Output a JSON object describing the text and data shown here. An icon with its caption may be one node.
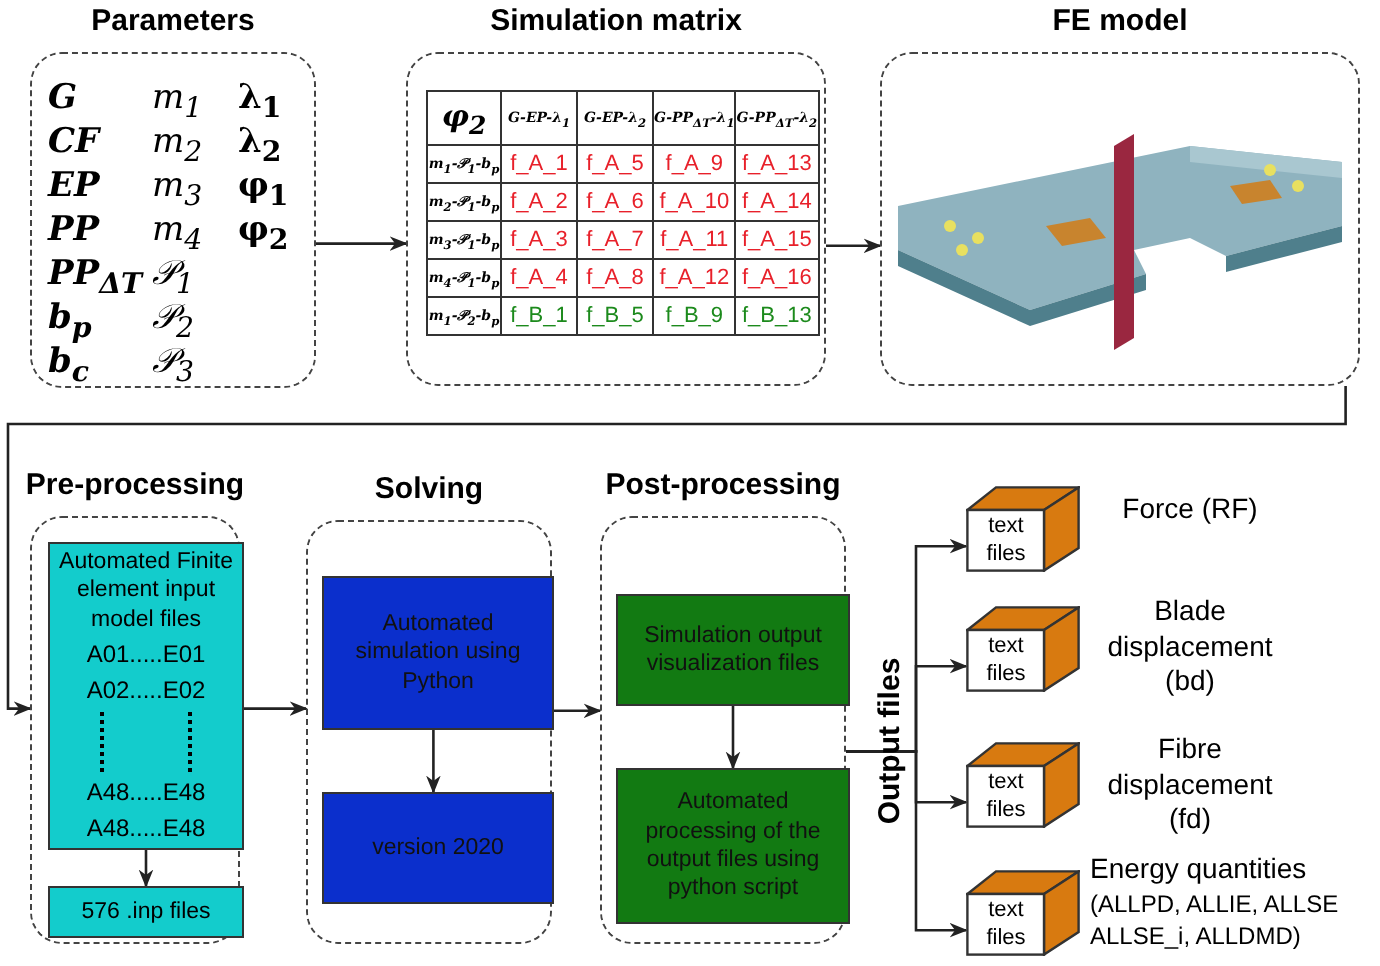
{
  "diagram": {
    "nodes": [
      {
        "text": [
          "Parameters",
          "G",
          "m$_{1}$",
          "λ$_{1}$",
          "CF",
          "m$_{2}$",
          "λ$_{2}$",
          "EP",
          "m$_{3}$",
          "φ$_{1}$",
          "PP",
          "m$_{4}$",
          "φ$_{2}$",
          "PP$_{ΔT}$",
          "𝒫$_{1}$",
          "b$_{p}$",
          "𝒫$_{2}$",
          "b$_{c}$",
          "𝒫$_{3}$"
        ]
      },
      {
        "text": [
          "Simulation matrix"
        ]
      },
      {
        "text": [
          "FE model"
        ]
      },
      {
        "text": [
          "Pre-processing"
        ]
      },
      {
        "text": [
          "Automated Finite element input model files",
          "A01.....E01",
          "A02.....E02",
          "A48.....E48",
          "A48.....E48"
        ],
        "in": 3
      },
      {
        "text": [
          "576 .inp files"
        ],
        "in": 3
      },
      {
        "text": [
          "Solving"
        ]
      },
      {
        "text": [
          "Automated simulation using Python"
        ],
        "in": 6
      },
      {
        "text": [
          "version 2020"
        ],
        "in": 6
      },
      {
        "text": [
          "Post-processing"
        ]
      },
      {
        "text": [
          "Simulation output visualization files"
        ],
        "in": 9
      },
      {
        "text": [
          "Automated processing of the output files using python script"
        ],
        "in": 9
      },
      {
        "text": [
          "text files"
        ],
        "beside": [
          "Force (RF)"
        ]
      },
      {
        "text": [
          "text files"
        ],
        "beside": [
          "Blade displacement (bd)"
        ]
      },
      {
        "text": [
          "text files"
        ],
        "beside": [
          "Fibre displacement (fd)"
        ]
      },
      {
        "text": [
          "text files"
        ],
        "beside": [
          "Energy quantities",
          "(ALLPD, ALLIE, ALLSE ALLSE_i, ALLDMD)"
        ]
      }
    ],
    "edges": [
      {
        "from": 0,
        "to": 1,
        "arrow": "to"
      },
      {
        "from": 1,
        "to": 2,
        "arrow": "to"
      },
      {
        "from": 2,
        "to": 3,
        "arrow": "to"
      },
      {
        "from": 4,
        "to": 5,
        "arrow": "to"
      },
      {
        "from": 3,
        "to": 6,
        "arrow": "to"
      },
      {
        "from": 7,
        "to": 8,
        "arrow": "to"
      },
      {
        "from": 6,
        "to": 9,
        "arrow": "to"
      },
      {
        "from": 10,
        "to": 11,
        "arrow": "to"
      },
      {
        "from": 9,
        "to": 12,
        "arrow": "to"
      },
      {
        "from": 9,
        "to": 13,
        "arrow": "to"
      },
      {
        "from": 9,
        "to": 14,
        "arrow": "to"
      },
      {
        "from": 9,
        "to": 15,
        "arrow": "to"
      }
    ],
    "labels": [
      "φ$_{2}$",
      "G-EP-λ$_{1}$",
      "G-EP-λ$_{2}$",
      "G-PP$_{ΔT}$-λ$_{1}$",
      "G-PP$_{ΔT}$-λ$_{2}$",
      "m$_{1}$-𝒫$_{1}$-b$_{p}$",
      "f_A_1",
      "f_A_5",
      "f_A_9",
      "f_A_13",
      "m$_{2}$-𝒫$_{1}$-b$_{p}$",
      "f_A_2",
      "f_A_6",
      "f_A_10",
      "f_A_14",
      "m$_{3}$-𝒫$_{1}$-b$_{p}$",
      "f_A_3",
      "f_A_7",
      "f_A_11",
      "f_A_15",
      "m$_{4}$-𝒫$_{1}$-b$_{p}$",
      "f_A_4",
      "f_A_8",
      "f_A_12",
      "f_A_16",
      "m$_{1}$-𝒫$_{2}$-b$_{p}$",
      "f_B_1",
      "f_B_5",
      "f_B_9",
      "f_B_13",
      "Output files"
    ]
  }
}
